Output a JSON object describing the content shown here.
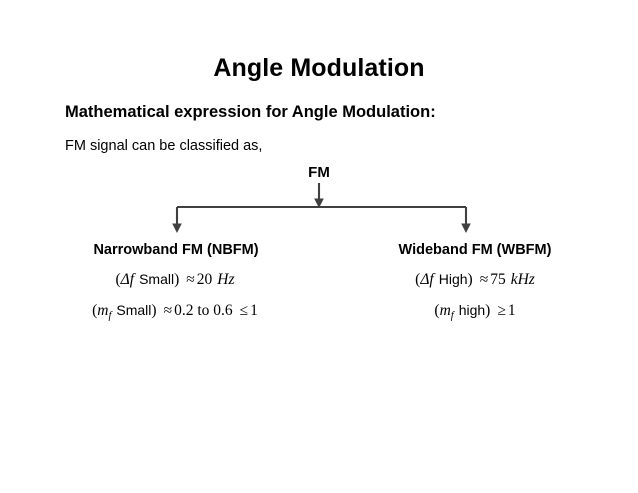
{
  "slide": {
    "title": "Angle Modulation",
    "subheading": "Mathematical expression for Angle Modulation:",
    "intro": "FM signal can be classified as,",
    "background_color": "#ffffff",
    "text_color": "#000000"
  },
  "flowchart": {
    "connector_color": "#404040",
    "root": {
      "label": "FM"
    },
    "branches": [
      {
        "label": "Narrowband FM (NBFM)",
        "expressions": [
          {
            "open": "(",
            "symbol": "Δf",
            "qualifier": "Small",
            "close": ")",
            "relation": "≈",
            "value": "20",
            "unit": "Hz",
            "plain": "(Δf Small) ≈ 20 Hz"
          },
          {
            "open": "(",
            "symbol": "m",
            "subscript": "f",
            "qualifier": "Small",
            "close": ")",
            "relation": "≈",
            "value": "0.2 to 0.6",
            "bound_relation": "≤",
            "bound_value": "1",
            "plain": "(m_f Small) ≈ 0.2 to 0.6 ≤ 1"
          }
        ]
      },
      {
        "label": "Wideband FM (WBFM)",
        "expressions": [
          {
            "open": "(",
            "symbol": "Δf",
            "qualifier": "High",
            "close": ")",
            "relation": "≈",
            "value": "75",
            "unit": "kHz",
            "plain": "(Δf High) ≈ 75 kHz"
          },
          {
            "open": "(",
            "symbol": "m",
            "subscript": "f",
            "qualifier": "high",
            "close": ")",
            "relation": "≥",
            "value": "1",
            "plain": "(m_f high) ≥ 1"
          }
        ]
      }
    ]
  }
}
